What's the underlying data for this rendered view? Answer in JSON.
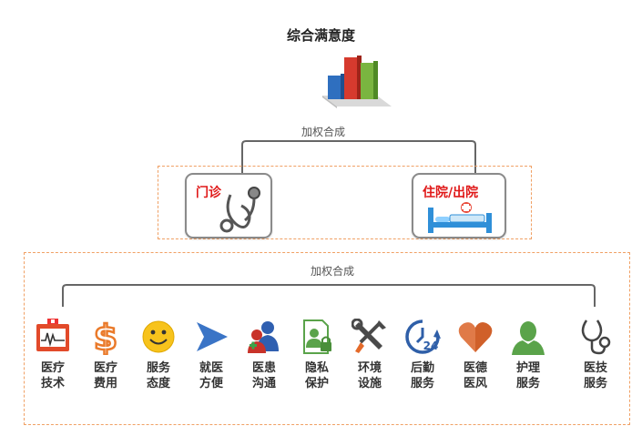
{
  "title": "综合满意度",
  "weighted_top": "加权合成",
  "weighted_bottom": "加权合成",
  "outpatient": "门诊",
  "inpatient": "住院/出院",
  "items": [
    {
      "icon": "monitor-icon",
      "line1": "医疗",
      "line2": "技术"
    },
    {
      "icon": "dollar-icon",
      "line1": "医疗",
      "line2": "费用"
    },
    {
      "icon": "smiley-icon",
      "line1": "服务",
      "line2": "态度"
    },
    {
      "icon": "arrow-icon",
      "line1": "就医",
      "line2": "方便"
    },
    {
      "icon": "people-icon",
      "line1": "医患",
      "line2": "沟通"
    },
    {
      "icon": "privacy-lock-icon",
      "line1": "隐私",
      "line2": "保护"
    },
    {
      "icon": "tools-icon",
      "line1": "环境",
      "line2": "设施"
    },
    {
      "icon": "clock-24-icon",
      "line1": "后勤",
      "line2": "服务"
    },
    {
      "icon": "heart-icon",
      "line1": "医德",
      "line2": "医风"
    },
    {
      "icon": "person-icon",
      "line1": "护理",
      "line2": "服务"
    },
    {
      "icon": "stethoscope-icon",
      "line1": "医技",
      "line2": "服务"
    }
  ]
}
